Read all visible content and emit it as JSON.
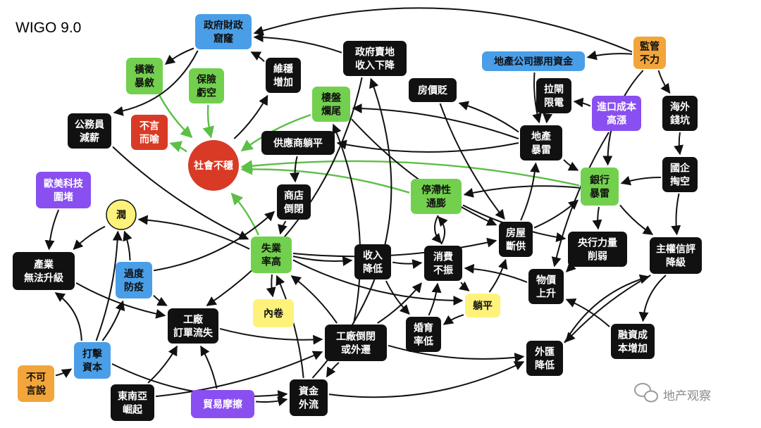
{
  "title": "WIGO 9.0",
  "watermark": "地产观察",
  "colors": {
    "black": "#111111",
    "blue": "#4a9ee8",
    "green": "#72d04e",
    "yellow": "#fff27a",
    "orange": "#f2a53a",
    "purple": "#8a4ff0",
    "red": "#d93a25",
    "edge_black": "#111111",
    "edge_green": "#5cbf46"
  },
  "nodes": {
    "fiscal": {
      "label": [
        "政府財政",
        "窟窿"
      ],
      "color": "blue"
    },
    "land": {
      "label": [
        "政府賣地",
        "收入下降"
      ],
      "color": "black"
    },
    "devfund": {
      "label": [
        "地產公司挪用資金"
      ],
      "color": "blue"
    },
    "regulation": {
      "label": [
        "監管",
        "不力"
      ],
      "color": "orange"
    },
    "heavytax": {
      "label": [
        "橫徵",
        "暴斂"
      ],
      "color": "green"
    },
    "insurance": {
      "label": [
        "保險",
        "虧空"
      ],
      "color": "green"
    },
    "stability": {
      "label": [
        "維穩",
        "增加"
      ],
      "color": "black"
    },
    "unfinished": {
      "label": [
        "樓盤",
        "爛尾"
      ],
      "color": "green"
    },
    "housedrop": {
      "label": [
        "房價貶"
      ],
      "color": "black"
    },
    "powercut": {
      "label": [
        "拉閘",
        "限電"
      ],
      "color": "black"
    },
    "importcost": {
      "label": [
        "進口成本",
        "高漲"
      ],
      "color": "purple"
    },
    "overseas": {
      "label": [
        "海外",
        "錢坑"
      ],
      "color": "black"
    },
    "civilpay": {
      "label": [
        "公務員",
        "減薪"
      ],
      "color": "black"
    },
    "unspeak": {
      "label": [
        "不言",
        "而喻"
      ],
      "color": "red"
    },
    "unrest": {
      "label": [
        "社會不穩"
      ],
      "color": "red"
    },
    "supplier": {
      "label": [
        "供應商躺平"
      ],
      "color": "black"
    },
    "reboom": {
      "label": [
        "地產",
        "暴雷"
      ],
      "color": "black"
    },
    "soe": {
      "label": [
        "國企",
        "掏空"
      ],
      "color": "black"
    },
    "techblock": {
      "label": [
        "歐美科技",
        "圍堵"
      ],
      "color": "purple"
    },
    "run": {
      "label": [
        "潤"
      ],
      "color": "yellow"
    },
    "shopclose": {
      "label": [
        "商店",
        "倒閉"
      ],
      "color": "black"
    },
    "stagflation": {
      "label": [
        "停滯性",
        "通膨"
      ],
      "color": "green"
    },
    "bankboom": {
      "label": [
        "銀行",
        "暴雷"
      ],
      "color": "green"
    },
    "noupgrade": {
      "label": [
        "產業",
        "無法升級"
      ],
      "color": "black"
    },
    "unemploy": {
      "label": [
        "失業",
        "率高"
      ],
      "color": "green"
    },
    "income": {
      "label": [
        "收入",
        "降低"
      ],
      "color": "black"
    },
    "consume": {
      "label": [
        "消費",
        "不振"
      ],
      "color": "black"
    },
    "housesupply": {
      "label": [
        "房屋",
        "斷供"
      ],
      "color": "black"
    },
    "cbweak": {
      "label": [
        "央行力量",
        "削弱"
      ],
      "color": "black"
    },
    "sovereign": {
      "label": [
        "主權信評",
        "降級"
      ],
      "color": "black"
    },
    "overcovid": {
      "label": [
        "過度",
        "防疫"
      ],
      "color": "blue"
    },
    "prices": {
      "label": [
        "物價",
        "上升"
      ],
      "color": "black"
    },
    "involution": {
      "label": [
        "內卷"
      ],
      "color": "yellow"
    },
    "lieflat": {
      "label": [
        "躺平"
      ],
      "color": "yellow"
    },
    "orderloss": {
      "label": [
        "工廠",
        "訂單流失"
      ],
      "color": "black"
    },
    "factoryclose": {
      "label": [
        "工廠倒閉",
        "或外遷"
      ],
      "color": "black"
    },
    "birthrate": {
      "label": [
        "婚育",
        "率低"
      ],
      "color": "black"
    },
    "financecost": {
      "label": [
        "融資成",
        "本增加"
      ],
      "color": "black"
    },
    "hitcapital": {
      "label": [
        "打擊",
        "資本"
      ],
      "color": "blue"
    },
    "fxdrop": {
      "label": [
        "外匯",
        "降低"
      ],
      "color": "black"
    },
    "unsayable": {
      "label": [
        "不可",
        "言說"
      ],
      "color": "orange"
    },
    "sea": {
      "label": [
        "東南亞",
        "崛起"
      ],
      "color": "black"
    },
    "tradefriction": {
      "label": [
        "貿易摩擦"
      ],
      "color": "purple"
    },
    "capitalflight": {
      "label": [
        "資金",
        "外流"
      ],
      "color": "black"
    }
  }
}
